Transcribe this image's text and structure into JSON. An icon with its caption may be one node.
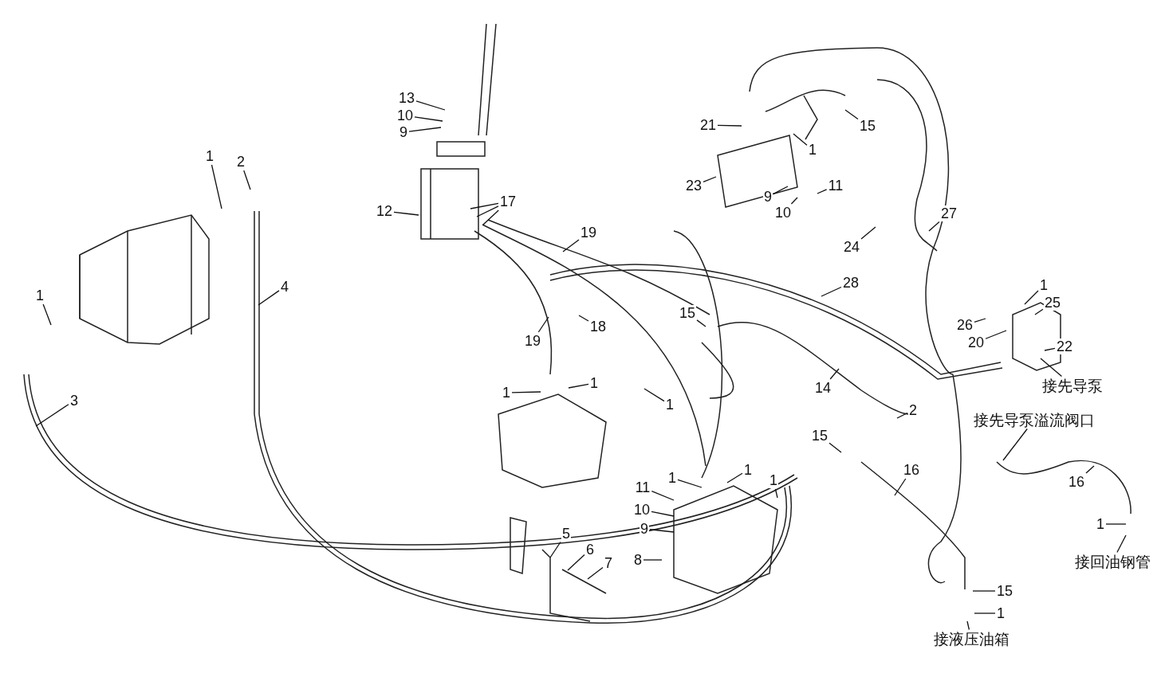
{
  "diagram": {
    "nodes": [
      {
        "text": [
          "13"
        ]
      },
      {
        "text": [
          "10"
        ]
      },
      {
        "text": [
          "9"
        ]
      },
      {
        "text": [
          "1"
        ]
      },
      {
        "text": [
          "2"
        ]
      },
      {
        "text": [
          "12"
        ]
      },
      {
        "text": [
          "17"
        ]
      },
      {
        "text": [
          "21"
        ]
      },
      {
        "text": [
          "1"
        ]
      },
      {
        "text": [
          "15"
        ]
      },
      {
        "text": [
          "23"
        ]
      },
      {
        "text": [
          "9"
        ]
      },
      {
        "text": [
          "11"
        ]
      },
      {
        "text": [
          "10"
        ]
      },
      {
        "text": [
          "1"
        ]
      },
      {
        "text": [
          "4"
        ]
      },
      {
        "text": [
          "19"
        ]
      },
      {
        "text": [
          "27"
        ]
      },
      {
        "text": [
          "24"
        ]
      },
      {
        "text": [
          "28"
        ]
      },
      {
        "text": [
          "1"
        ]
      },
      {
        "text": [
          "25"
        ]
      },
      {
        "text": [
          "15"
        ]
      },
      {
        "text": [
          "18"
        ]
      },
      {
        "text": [
          "26"
        ]
      },
      {
        "text": [
          "19"
        ]
      },
      {
        "text": [
          "20"
        ]
      },
      {
        "text": [
          "22"
        ]
      },
      {
        "text": [
          "接先导泵"
        ]
      },
      {
        "text": [
          "1"
        ]
      },
      {
        "text": [
          "1"
        ]
      },
      {
        "text": [
          "14"
        ]
      },
      {
        "text": [
          "1"
        ]
      },
      {
        "text": [
          "3"
        ]
      },
      {
        "text": [
          "2"
        ]
      },
      {
        "text": [
          "接先导泵溢流阀口"
        ]
      },
      {
        "text": [
          "15"
        ]
      },
      {
        "text": [
          "16"
        ]
      },
      {
        "text": [
          "1"
        ]
      },
      {
        "text": [
          "1"
        ]
      },
      {
        "text": [
          "16"
        ]
      },
      {
        "text": [
          "1"
        ]
      },
      {
        "text": [
          "11"
        ]
      },
      {
        "text": [
          "10"
        ]
      },
      {
        "text": [
          "9"
        ]
      },
      {
        "text": [
          "1"
        ]
      },
      {
        "text": [
          "5"
        ]
      },
      {
        "text": [
          "接回油钢管"
        ]
      },
      {
        "text": [
          "6"
        ]
      },
      {
        "text": [
          "7"
        ]
      },
      {
        "text": [
          "8"
        ]
      },
      {
        "text": [
          "15"
        ]
      },
      {
        "text": [
          "1"
        ]
      },
      {
        "text": [
          "接液压油箱"
        ]
      }
    ],
    "edges": [
      {
        "from": 0,
        "to": null,
        "arrow": "none"
      },
      {
        "from": 1,
        "to": null,
        "arrow": "none"
      },
      {
        "from": 2,
        "to": null,
        "arrow": "none"
      },
      {
        "from": 3,
        "to": null,
        "arrow": "none"
      },
      {
        "from": 4,
        "to": null,
        "arrow": "none"
      },
      {
        "from": 5,
        "to": null,
        "arrow": "none"
      },
      {
        "from": 6,
        "to": null,
        "arrow": "none"
      },
      {
        "from": 6,
        "to": null,
        "arrow": "none"
      },
      {
        "from": 6,
        "to": null,
        "arrow": "none"
      },
      {
        "from": 7,
        "to": null,
        "arrow": "none"
      },
      {
        "from": 8,
        "to": null,
        "arrow": "none"
      },
      {
        "from": 9,
        "to": null,
        "arrow": "none"
      },
      {
        "from": 10,
        "to": null,
        "arrow": "none"
      },
      {
        "from": 11,
        "to": null,
        "arrow": "none"
      },
      {
        "from": 12,
        "to": null,
        "arrow": "none"
      },
      {
        "from": 13,
        "to": null,
        "arrow": "none"
      },
      {
        "from": 14,
        "to": null,
        "arrow": "none"
      },
      {
        "from": 15,
        "to": null,
        "arrow": "none"
      },
      {
        "from": 16,
        "to": null,
        "arrow": "none"
      },
      {
        "from": 17,
        "to": null,
        "arrow": "none"
      },
      {
        "from": 18,
        "to": null,
        "arrow": "none"
      },
      {
        "from": 19,
        "to": null,
        "arrow": "none"
      },
      {
        "from": 20,
        "to": null,
        "arrow": "none"
      },
      {
        "from": 21,
        "to": null,
        "arrow": "none"
      },
      {
        "from": 22,
        "to": null,
        "arrow": "none"
      },
      {
        "from": 23,
        "to": null,
        "arrow": "none"
      },
      {
        "from": 24,
        "to": null,
        "arrow": "none"
      },
      {
        "from": 25,
        "to": null,
        "arrow": "none"
      },
      {
        "from": 26,
        "to": null,
        "arrow": "none"
      },
      {
        "from": 27,
        "to": null,
        "arrow": "none"
      },
      {
        "from": 28,
        "to": null,
        "arrow": "none"
      },
      {
        "from": 29,
        "to": null,
        "arrow": "none"
      },
      {
        "from": 30,
        "to": null,
        "arrow": "none"
      },
      {
        "from": 31,
        "to": null,
        "arrow": "none"
      },
      {
        "from": 32,
        "to": null,
        "arrow": "none"
      },
      {
        "from": 33,
        "to": null,
        "arrow": "none"
      },
      {
        "from": 34,
        "to": null,
        "arrow": "none"
      },
      {
        "from": 35,
        "to": null,
        "arrow": "none"
      },
      {
        "from": 36,
        "to": null,
        "arrow": "none"
      },
      {
        "from": 37,
        "to": null,
        "arrow": "none"
      },
      {
        "from": 38,
        "to": null,
        "arrow": "none"
      },
      {
        "from": 39,
        "to": null,
        "arrow": "none"
      },
      {
        "from": 40,
        "to": null,
        "arrow": "none"
      },
      {
        "from": 41,
        "to": null,
        "arrow": "none"
      },
      {
        "from": 42,
        "to": null,
        "arrow": "none"
      },
      {
        "from": 43,
        "to": null,
        "arrow": "none"
      },
      {
        "from": 44,
        "to": null,
        "arrow": "none"
      },
      {
        "from": 45,
        "to": null,
        "arrow": "none"
      },
      {
        "from": 46,
        "to": null,
        "arrow": "none"
      },
      {
        "from": 47,
        "to": null,
        "arrow": "none"
      },
      {
        "from": 48,
        "to": null,
        "arrow": "none"
      },
      {
        "from": 49,
        "to": null,
        "arrow": "none"
      },
      {
        "from": 50,
        "to": null,
        "arrow": "none"
      },
      {
        "from": 51,
        "to": null,
        "arrow": "none"
      },
      {
        "from": 52,
        "to": null,
        "arrow": "none"
      },
      {
        "from": 53,
        "to": null,
        "arrow": "none"
      }
    ]
  }
}
